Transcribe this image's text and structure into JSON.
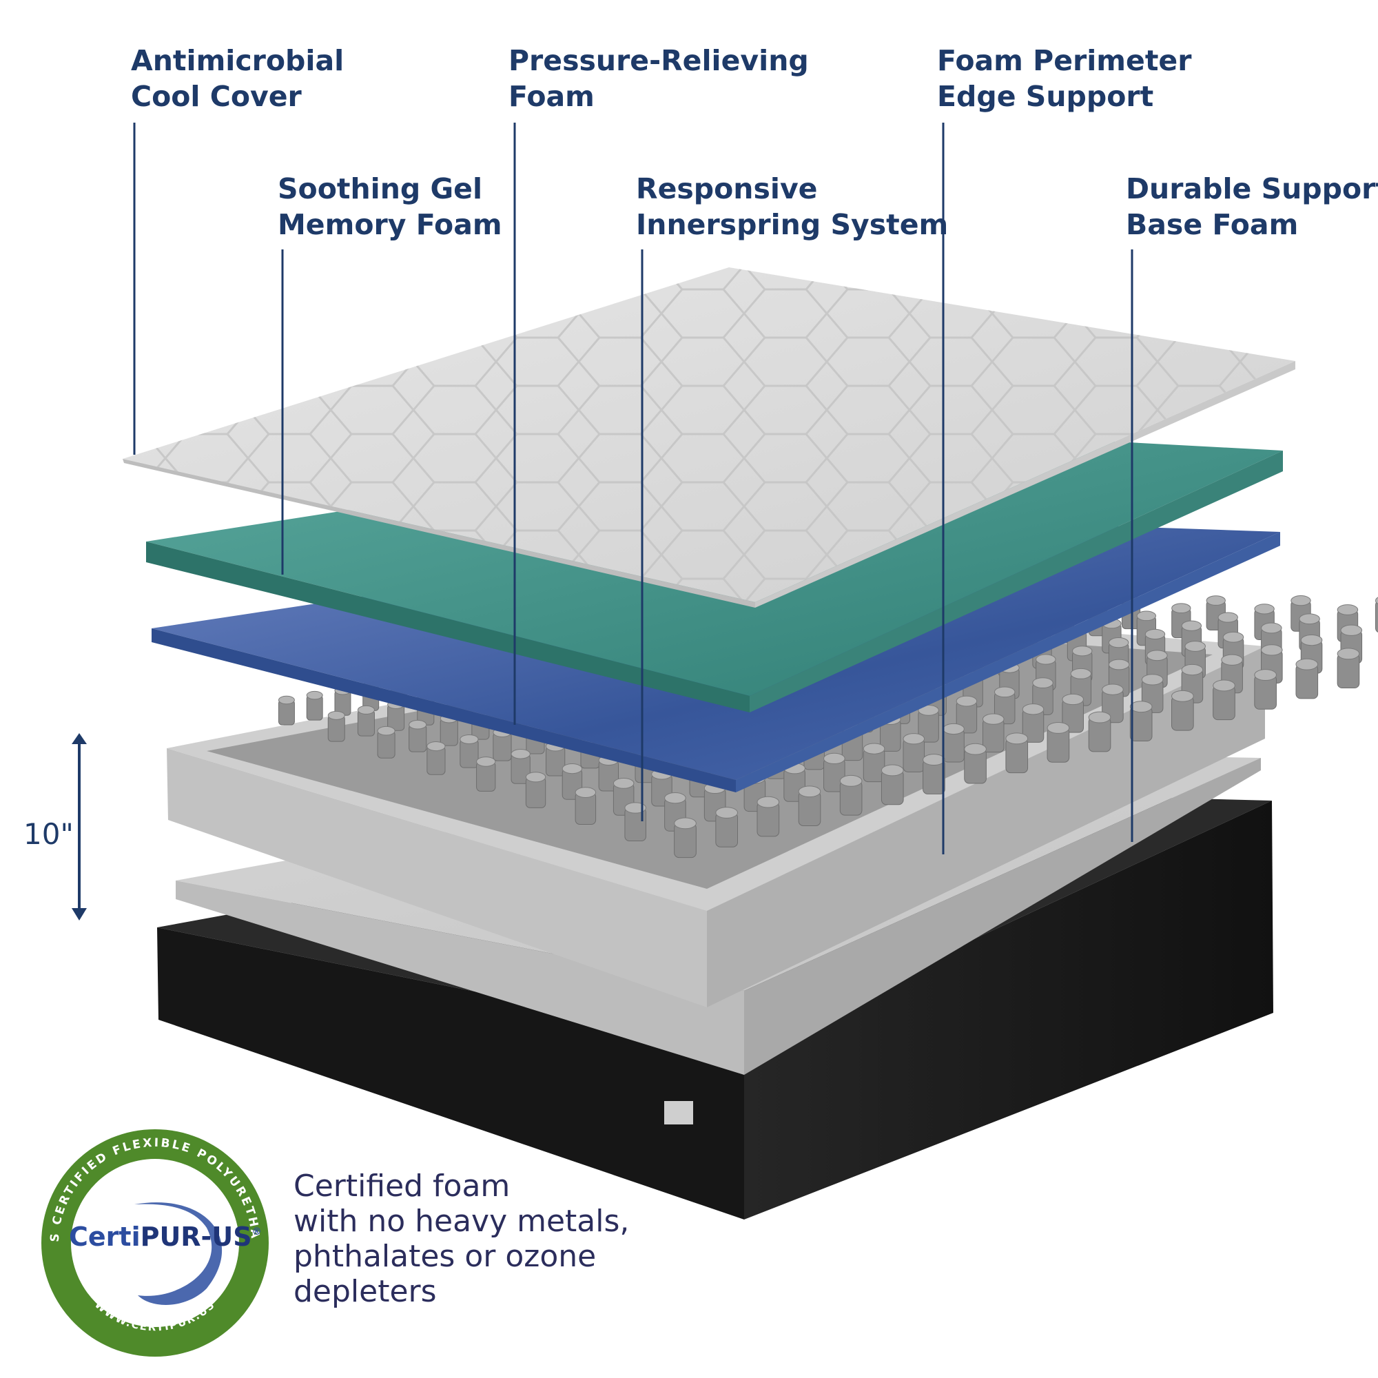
{
  "labels": {
    "cover": [
      "Antimicrobial",
      "Cool Cover"
    ],
    "pressure": [
      "Pressure-Relieving",
      "Foam"
    ],
    "edge": [
      "Foam Perimeter",
      "Edge Support"
    ],
    "gel": [
      "Soothing Gel",
      "Memory Foam"
    ],
    "innerspring": [
      "Responsive",
      "Innerspring System"
    ],
    "base": [
      "Durable Support",
      "Base Foam"
    ]
  },
  "height_label": "10\"",
  "certification": {
    "text": [
      "Certified foam",
      "with no heavy metals,",
      "phthalates or ozone",
      "depleters"
    ],
    "seal": {
      "ring_text_top": "CONTAINS CERTIFIED FLEXIBLE POLYURETHANE FOAM",
      "ring_text_bottom": "WWW.CERTIPUR.US",
      "brand_part1": "Certi",
      "brand_part2": "PUR-US",
      "registered": "®"
    }
  },
  "colors": {
    "label_text": "#1e3a68",
    "leader_line": "#1e3a68",
    "cover": "#d9d9d9",
    "gel_foam": "#3f8f86",
    "pressure_foam": "#4a68a8",
    "support_foam": "#c8c8c8",
    "base_shell": "#1a1a1a",
    "seal_green": "#4f8a2a",
    "seal_blue": "#2c4da0"
  }
}
